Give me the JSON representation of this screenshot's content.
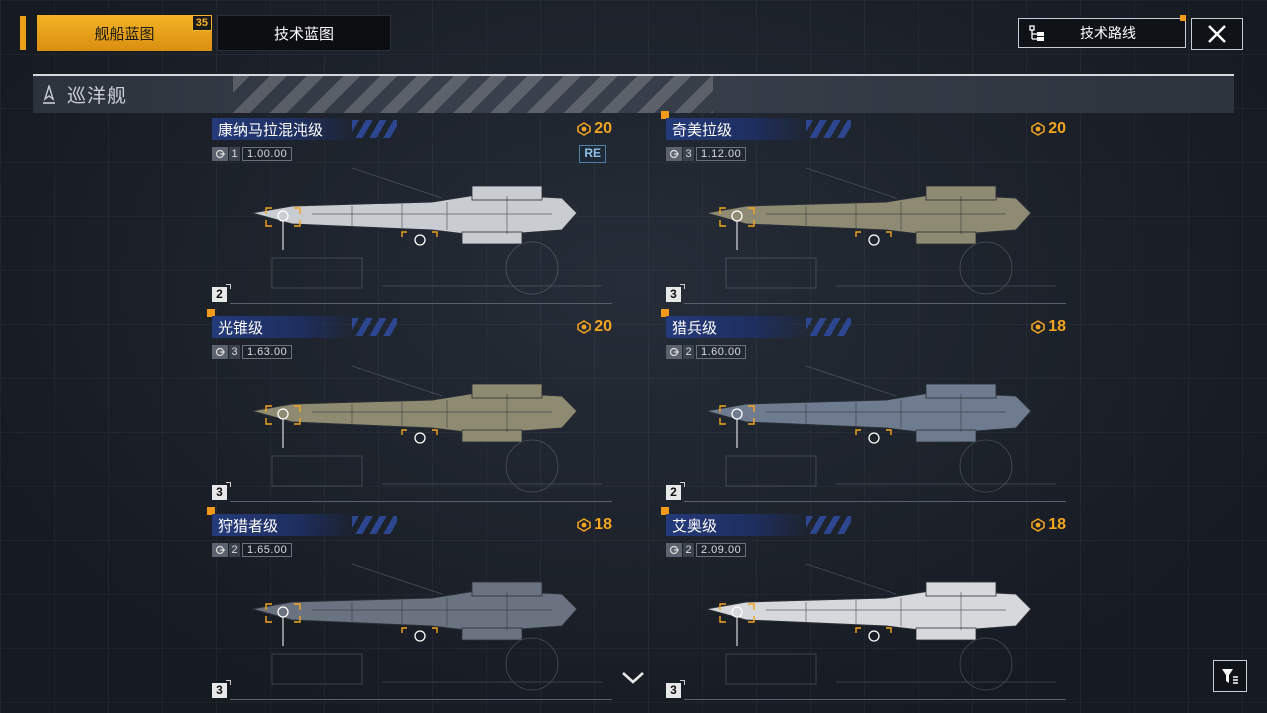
{
  "tabs": [
    {
      "label": "舰船蓝图",
      "badge": "35",
      "active": true
    },
    {
      "label": "技术蓝图",
      "active": false
    }
  ],
  "tech_route": {
    "label": "技术路线"
  },
  "section": {
    "title": "巡洋舰"
  },
  "ships": [
    {
      "name": "康纳马拉混沌级",
      "cost": "20",
      "tier": "1",
      "stat": "1.00.00",
      "re": "RE",
      "count": "2",
      "hull": "#c9ccd1",
      "new": false
    },
    {
      "name": "奇美拉级",
      "cost": "20",
      "tier": "3",
      "stat": "1.12.00",
      "count": "3",
      "hull": "#8e8a74",
      "new": true
    },
    {
      "name": "光锥级",
      "cost": "20",
      "tier": "3",
      "stat": "1.63.00",
      "count": "3",
      "hull": "#8f8a72",
      "new": true
    },
    {
      "name": "猎兵级",
      "cost": "18",
      "tier": "2",
      "stat": "1.60.00",
      "count": "2",
      "hull": "#6f7c8f",
      "new": true
    },
    {
      "name": "狩猎者级",
      "cost": "18",
      "tier": "2",
      "stat": "1.65.00",
      "count": "3",
      "hull": "#6b7280",
      "new": true
    },
    {
      "name": "艾奥级",
      "cost": "18",
      "tier": "2",
      "stat": "2.09.00",
      "count": "3",
      "hull": "#d6d8db",
      "new": true
    }
  ],
  "colors": {
    "accent": "#f3a51f",
    "name_bar": "#243a7a",
    "new_marker": "#f39a1a"
  }
}
